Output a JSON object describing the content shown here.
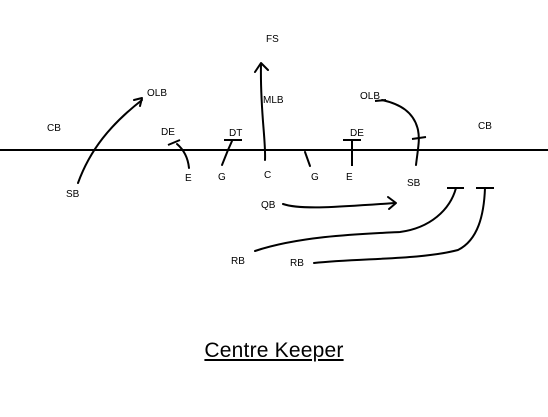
{
  "title": "Centre Keeper",
  "players": {
    "fs": "FS",
    "mlb": "MLB",
    "olb_left": "OLB",
    "olb_right": "OLB",
    "cb_left": "CB",
    "cb_right": "CB",
    "de_left": "DE",
    "dt": "DT",
    "de_right": "DE",
    "sb_left": "SB",
    "e_left": "E",
    "g_left": "G",
    "c": "C",
    "g_right": "G",
    "e_right": "E",
    "sb_right": "SB",
    "qb": "QB",
    "rb_left": "RB",
    "rb_right": "RB"
  }
}
